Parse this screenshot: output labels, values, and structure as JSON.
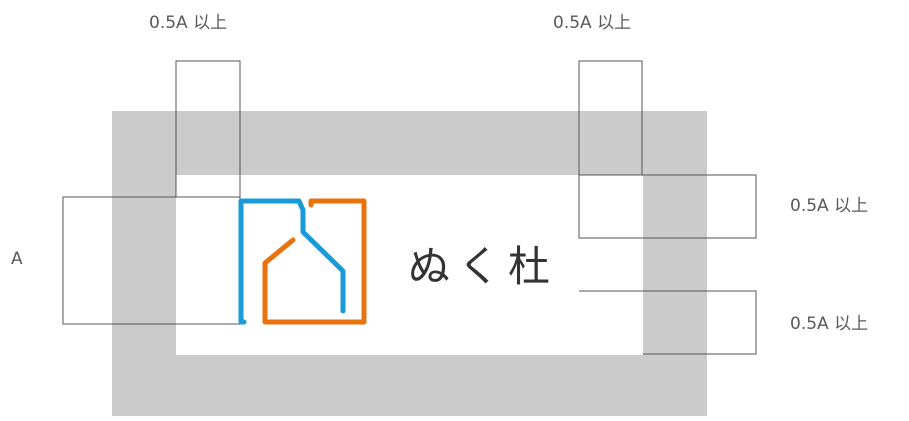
{
  "diagram": {
    "labels": {
      "top_left": "0.5A 以上",
      "top_right": "0.5A 以上",
      "right_upper": "0.5A 以上",
      "right_lower": "0.5A 以上",
      "height_marker": "A"
    },
    "logo": {
      "wordmark": "ぬく杜"
    },
    "colors": {
      "clear_space": "#cbcbcb",
      "logo_area": "#ffffff",
      "guide_line": "#555555",
      "mark_blue": "#1a9bd7",
      "mark_orange": "#e8720c",
      "text": "#333333"
    }
  }
}
